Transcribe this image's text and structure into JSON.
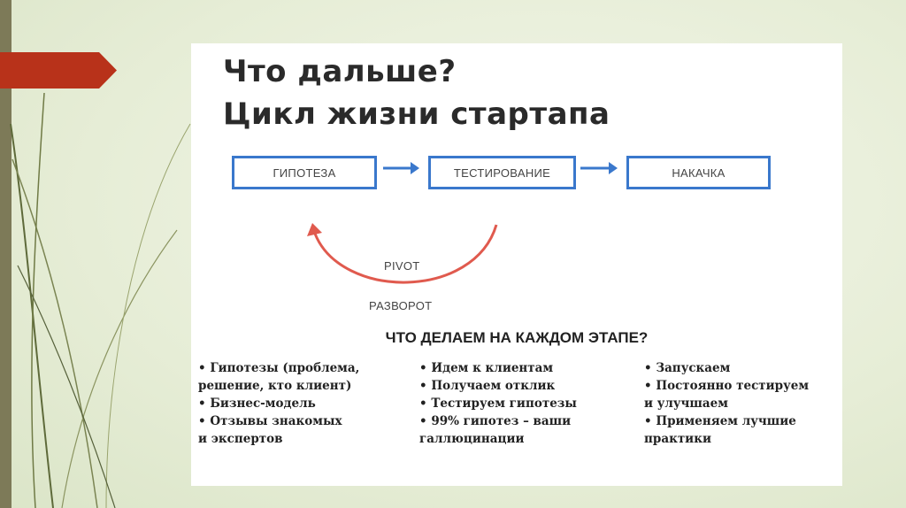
{
  "title_line1": "Что дальше?",
  "title_line2": "Цикл жизни стартапа",
  "stages": [
    "ГИПОТЕЗА",
    "ТЕСТИРОВАНИЕ",
    "НАКАЧКА"
  ],
  "loop_label": "PIVOT",
  "loop_label_ru": "РАЗВОРОТ",
  "question": "ЧТО ДЕЛАЕМ НА КАЖДОМ ЭТАПЕ?",
  "columns": [
    [
      "• Гипотезы (проблема,",
      "решение, кто клиент)",
      "• Бизнес-модель",
      "• Отзывы знакомых",
      "и экспертов"
    ],
    [
      "• Идем к клиентам",
      "• Получаем отклик",
      "• Тестируем гипотезы",
      "• 99% гипотез – ваши",
      "галлюцинации"
    ],
    [
      "• Запускаем",
      "• Постоянно тестируем",
      "и улучшаем",
      "• Применяем лучшие",
      "практики"
    ]
  ],
  "colors": {
    "box_border": "#3a78cc",
    "arrow_blue": "#3a78cc",
    "arrow_red": "#e05a4e",
    "pointer": "#b8321a",
    "left_bar": "#7d7a58"
  }
}
